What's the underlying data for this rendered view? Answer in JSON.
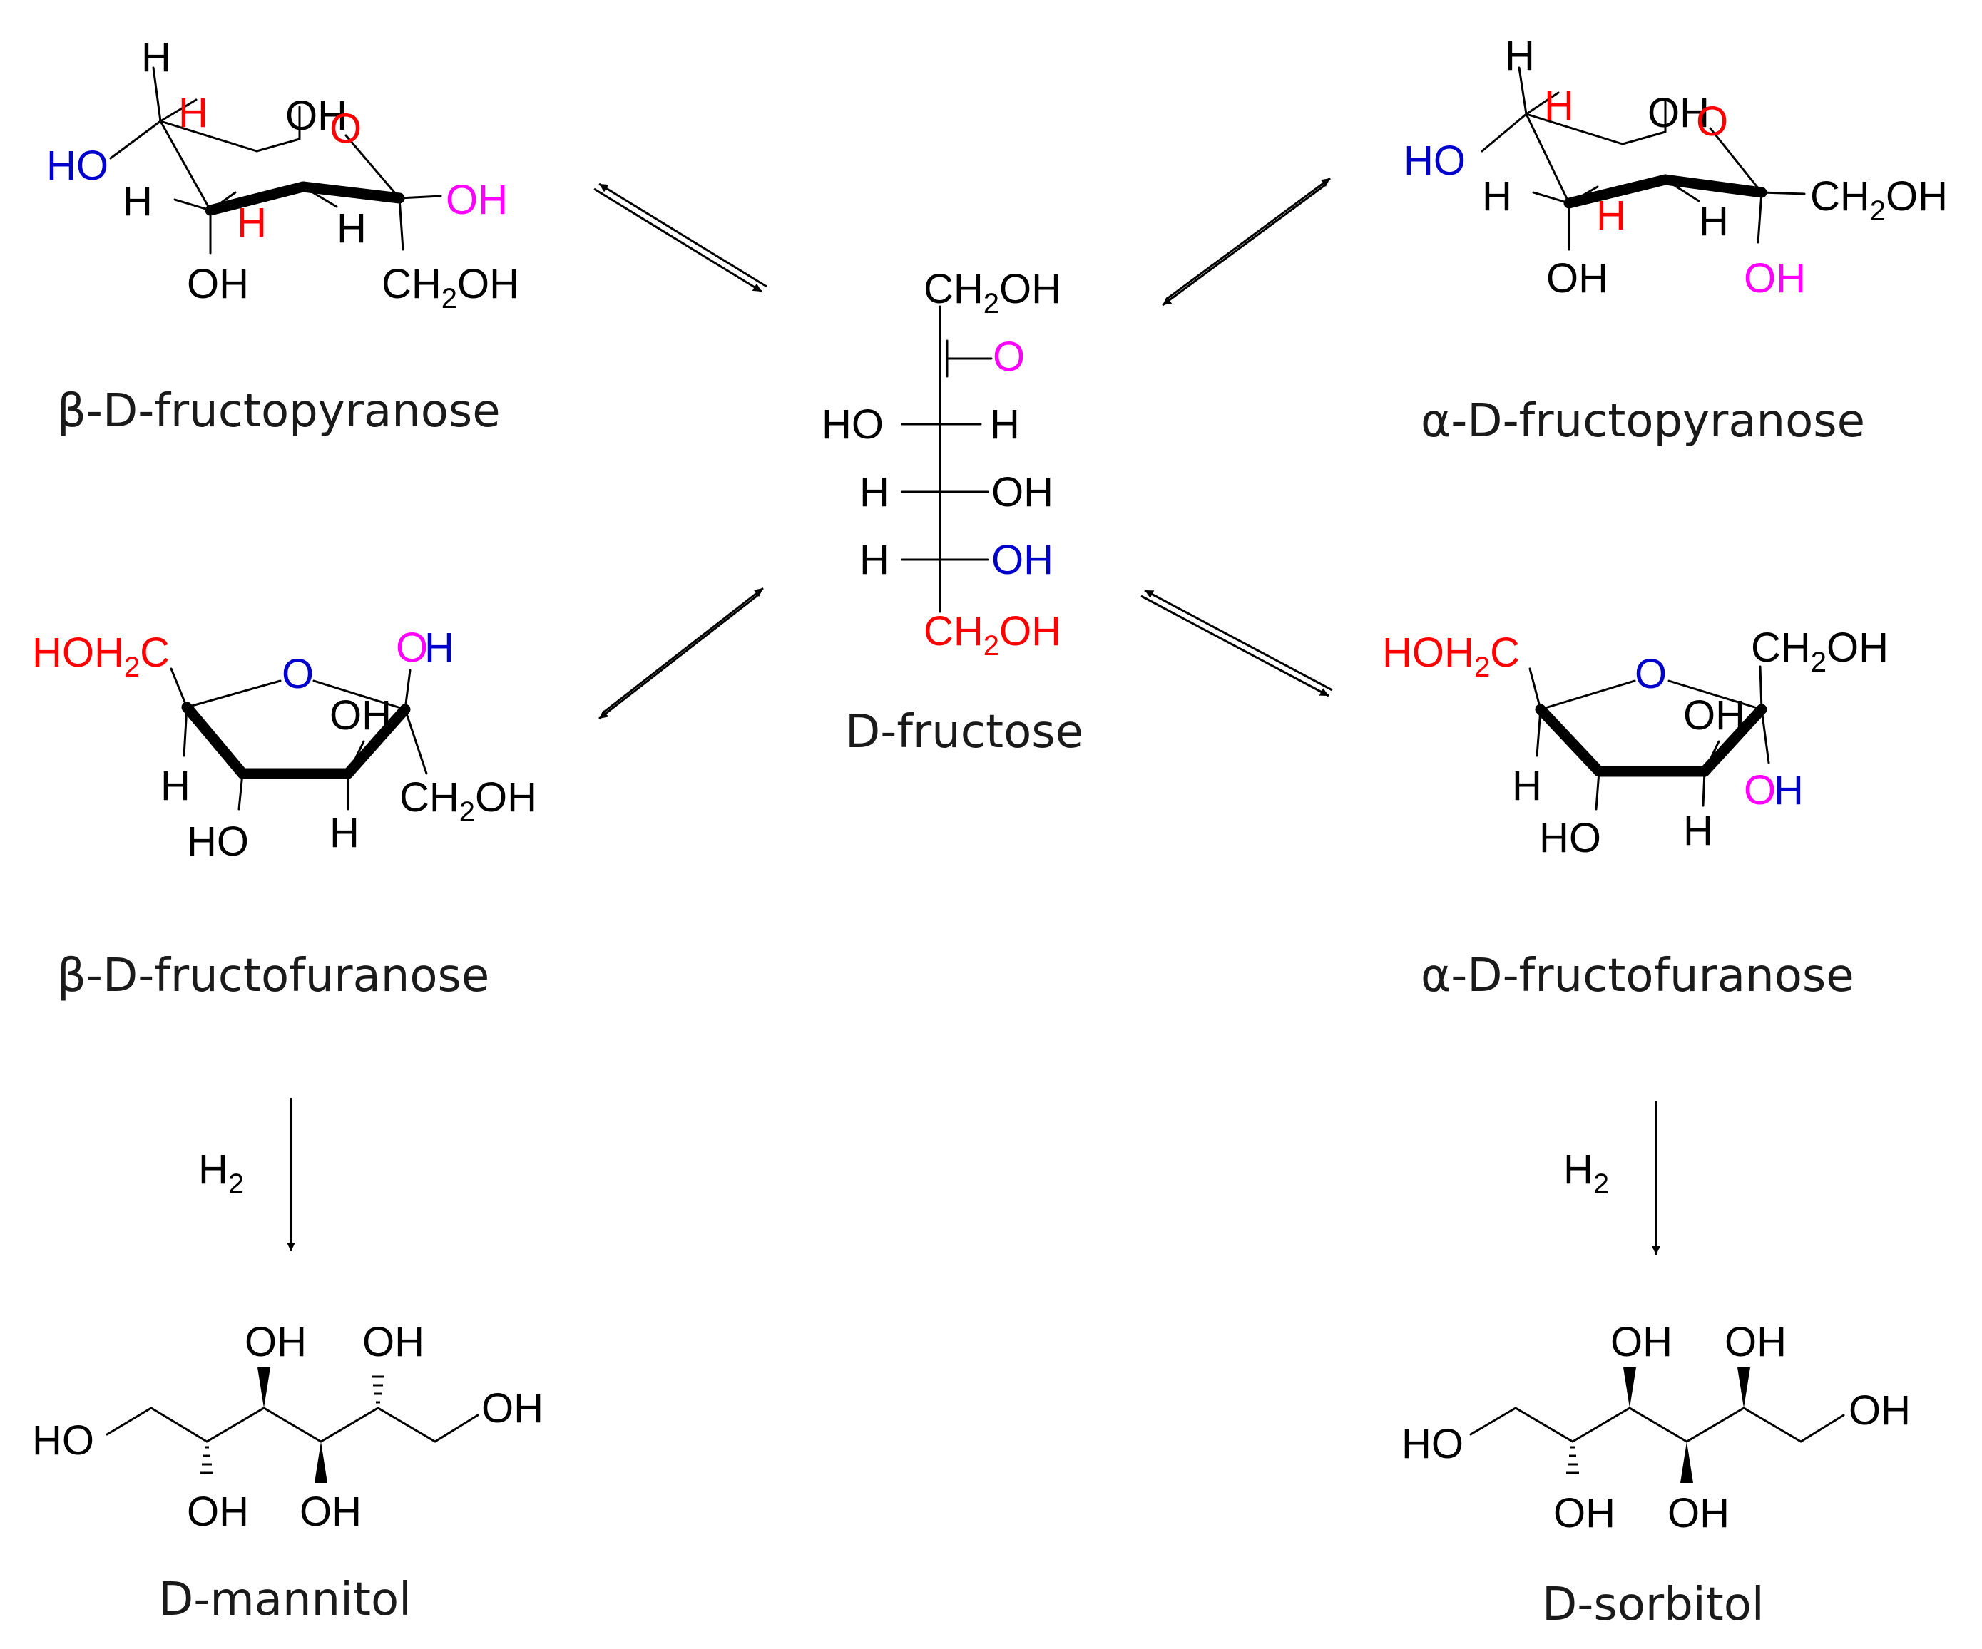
{
  "colors": {
    "black": "#000000",
    "red": "#ff0000",
    "blue": "#0000cc",
    "magenta": "#ff00ff"
  },
  "atoms": {
    "H": "H",
    "OH": "OH",
    "HO": "HO",
    "O": "O",
    "CH2OH": [
      "CH",
      "2",
      "OH"
    ],
    "HOH2C": [
      "HOH",
      "2",
      "C"
    ],
    "H2": [
      "H",
      "2"
    ]
  },
  "compounds": {
    "beta_pyranose": {
      "name": "β-D-fructopyranose"
    },
    "alpha_pyranose": {
      "name": "α-D-fructopyranose"
    },
    "fructose": {
      "name": "D-fructose"
    },
    "beta_furanose": {
      "name": "β-D-fructofuranose"
    },
    "alpha_furanose": {
      "name": "α-D-fructofuranose"
    },
    "mannitol": {
      "name": "D-mannitol"
    },
    "sorbitol": {
      "name": "D-sorbitol"
    }
  },
  "reactions": {
    "hydrogenation_reagent": "H2"
  }
}
